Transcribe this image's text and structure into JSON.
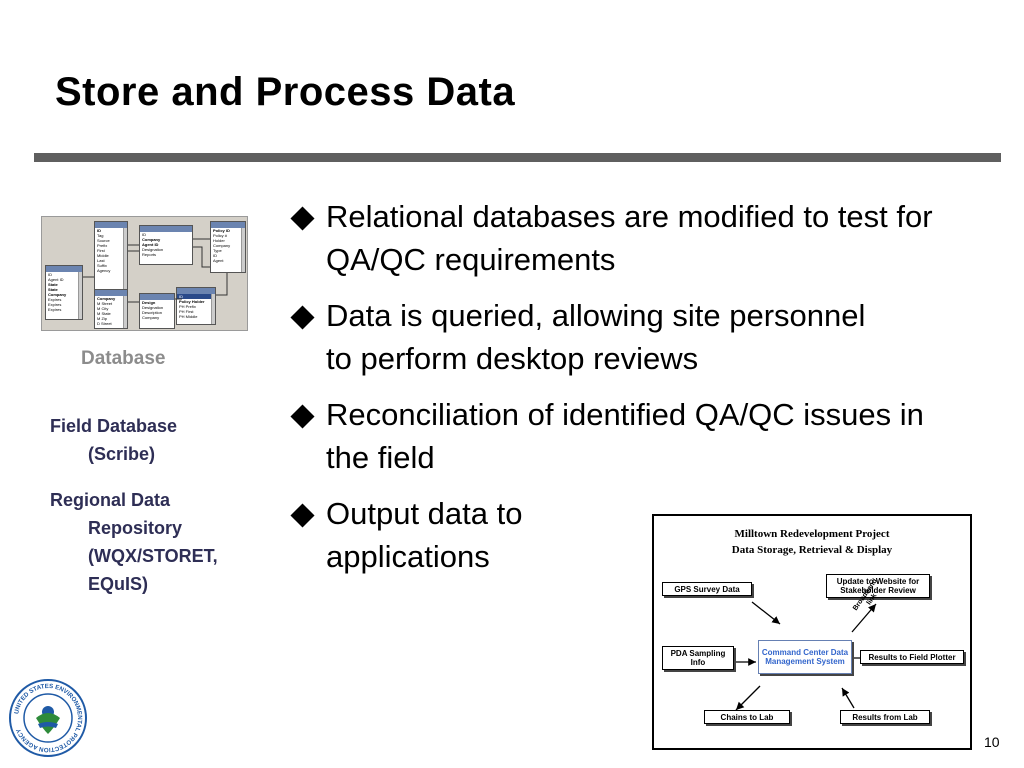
{
  "slide": {
    "title": "Store and Process Data",
    "page_number": "10"
  },
  "left_panel": {
    "db_caption": "Database",
    "items": [
      {
        "line1": "Field Database",
        "line2": "(Scribe)"
      },
      {
        "line1": "Regional Data",
        "line2": "Repository",
        "line3": "(WQX/STORET,",
        "line4": "EQuIS)"
      }
    ]
  },
  "bullets": [
    "Relational databases are modified to test for QA/QC requirements",
    "Data is queried, allowing site personnel to perform desktop reviews",
    "Reconciliation of identified QA/QC issues in the field",
    "Output data to applications"
  ],
  "diagram": {
    "title_line1": "Milltown Redevelopment Project",
    "title_line2": "Data Storage, Retrieval & Display",
    "boxes": {
      "gps": "GPS Survey Data",
      "website": "Update to Website for Stakeholder Review",
      "pda": "PDA Sampling Info",
      "center": "Command Center Data Management System",
      "plotter": "Results to Field Plotter",
      "chains": "Chains to Lab",
      "results": "Results from Lab"
    },
    "link_label_1": "Broadband",
    "link_label_2": "link"
  },
  "logo": {
    "ring_text": "UNITED STATES ENVIRONMENTAL PROTECTION AGENCY",
    "colors": {
      "ring": "#1f5aa6",
      "leaf": "#2e8b3a",
      "water": "#1f5aa6"
    }
  }
}
